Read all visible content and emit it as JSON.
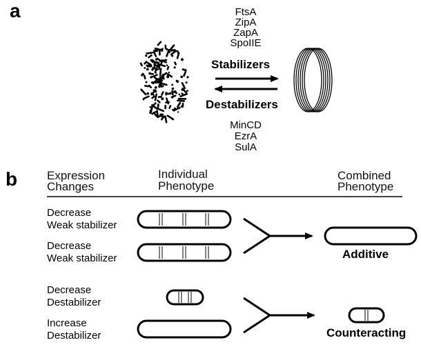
{
  "panel_a": {
    "label": "a",
    "stabilizer_proteins": [
      "FtsA",
      "ZipA",
      "ZapA",
      "SpoIIE"
    ],
    "stabilizers_label": "Stabilizers",
    "destabilizers_label": "Destabilizers",
    "destabilizer_proteins": [
      "MinCD",
      "EzrA",
      "SulA"
    ]
  },
  "panel_b": {
    "label": "b",
    "headers": {
      "expression_changes": [
        "Expression",
        "Changes"
      ],
      "individual_phenotype": [
        "Individual",
        "Phenotype"
      ],
      "combined_phenotype": [
        "Combined",
        "Phenotype"
      ]
    },
    "rows": [
      [
        "Decrease",
        "Weak stabilizer"
      ],
      [
        "Decrease",
        "Weak stabilizer"
      ],
      [
        "Decrease",
        "Destabilizer"
      ],
      [
        "Increase",
        "Destabilizer"
      ]
    ],
    "results": {
      "additive": "Additive",
      "counteracting": "Counteracting"
    }
  }
}
